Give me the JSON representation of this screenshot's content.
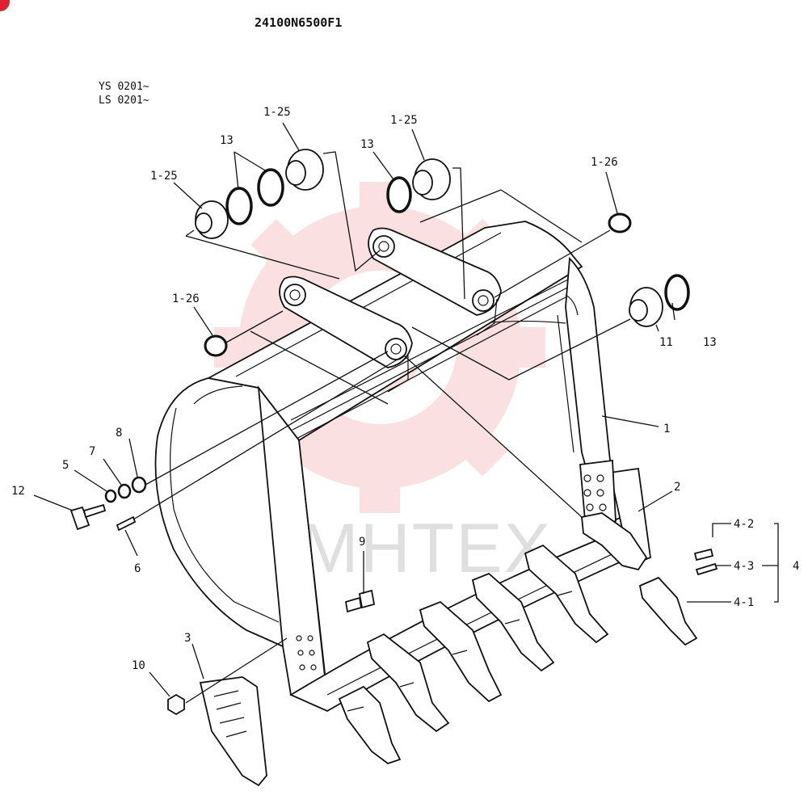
{
  "drawing_number": "24100N6500F1",
  "serial_ranges": [
    "YS 0201~",
    "LS 0201~"
  ],
  "watermark": {
    "text": "МНТЕХ",
    "color": "#f7c8c8"
  },
  "callouts": {
    "p1": "1",
    "p2": "2",
    "p3": "3",
    "p4": "4",
    "p4_1": "4-1",
    "p4_2": "4-2",
    "p4_3": "4-3",
    "p5": "5",
    "p6": "6",
    "p7": "7",
    "p8": "8",
    "p9": "9",
    "p10": "10",
    "p11": "11",
    "p12": "12",
    "p13_a": "13",
    "p13_b": "13",
    "p13_c": "13",
    "p1_25_a": "1-25",
    "p1_25_b": "1-25",
    "p1_25_c": "1-25",
    "p1_26_a": "1-26",
    "p1_26_b": "1-26"
  }
}
